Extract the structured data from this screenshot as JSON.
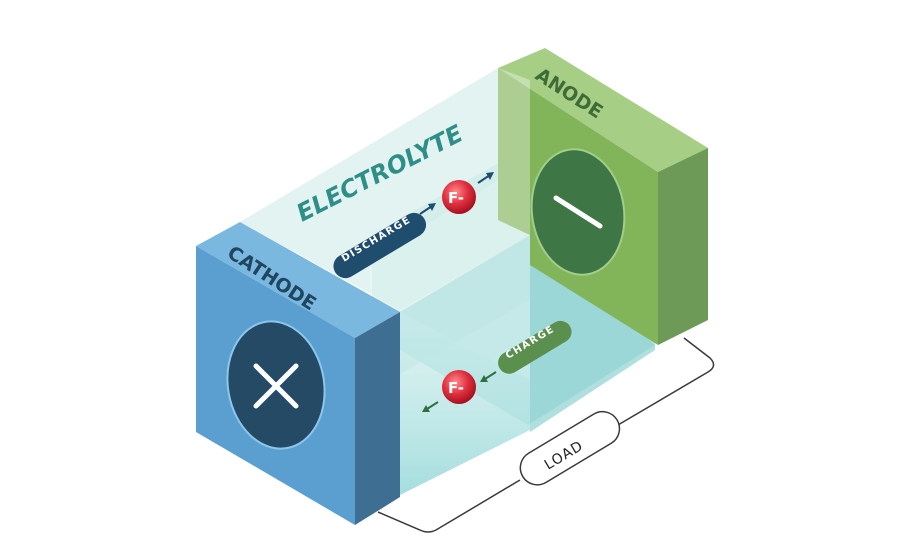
{
  "labels": {
    "electrolyte": "ELECTROLYTE",
    "anode": "ANODE",
    "cathode": "CATHODE",
    "discharge": "DISCHARGE",
    "charge": "CHARGE",
    "load": "LOAD",
    "ion": "F-",
    "plus_symbol": "+",
    "minus_symbol": "−"
  },
  "colors": {
    "cathode_front": "#5a9fd0",
    "cathode_side": "#3e6f93",
    "cathode_top": "#7ab8e0",
    "anode_front": "#82b45a",
    "anode_side": "#6d9a57",
    "anode_top": "#a6cf85",
    "electrolyte_front": "#8fd4d6",
    "electrolyte_top": "#d9efec",
    "electrolyte_text": "#2f8f88",
    "discharge_pill": "#1f4d6e",
    "charge_pill": "#5a8f4e",
    "ion": "#e03040",
    "arrow_discharge": "#1f4d6e",
    "arrow_charge": "#2f6f42",
    "wire": "#3a3a3a"
  }
}
